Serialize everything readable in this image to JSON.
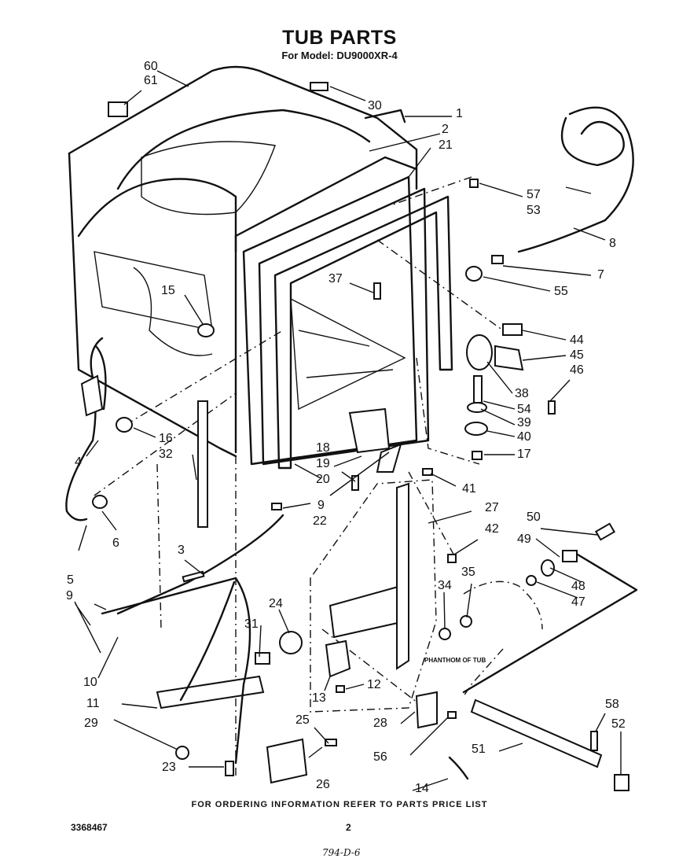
{
  "header": {
    "title": "TUB PARTS",
    "subtitle": "For Model: DU9000XR-4"
  },
  "footer": {
    "ordering_note": "FOR ORDERING INFORMATION REFER TO PARTS PRICE LIST",
    "document_number": "3368467",
    "page_number": "2",
    "handwritten_note": "794-D-6"
  },
  "annotations": {
    "phantom_note": "PHANTHOM OF TUB"
  },
  "callouts": [
    "60",
    "61",
    "30",
    "1",
    "2",
    "21",
    "57",
    "53",
    "8",
    "7",
    "55",
    "44",
    "45",
    "46",
    "38",
    "54",
    "39",
    "40",
    "17",
    "15",
    "37",
    "16",
    "32",
    "4",
    "6",
    "5",
    "9",
    "18",
    "19",
    "20",
    "41",
    "27",
    "42",
    "50",
    "49",
    "48",
    "47",
    "35",
    "34",
    "22",
    "3",
    "24",
    "31",
    "10",
    "11",
    "29",
    "23",
    "25",
    "26",
    "28",
    "56",
    "13",
    "12",
    "14",
    "51",
    "58",
    "52"
  ]
}
